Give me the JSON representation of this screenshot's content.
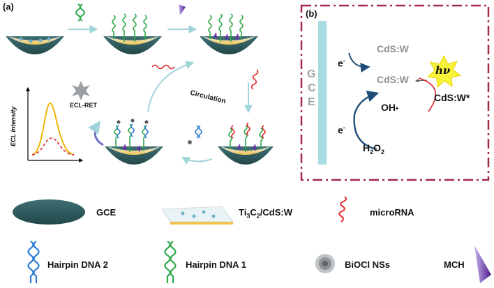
{
  "panel_a": {
    "label": "(a)",
    "circulation": "Circulation",
    "ecl_ret": "ECL-RET",
    "y_axis": "ECL Intensity"
  },
  "panel_b": {
    "label": "(b)",
    "gce": [
      "G",
      "C",
      "E"
    ],
    "cdsw_top": "CdS:W",
    "cdsw_mid": "CdS:W",
    "oh": "OH",
    "oh_mark": "•",
    "h2o2_main": "H",
    "h2o2_sub1": "2",
    "h2o2_mid": "O",
    "h2o2_sub2": "2",
    "electron1": "e",
    "electron2": "e",
    "electron_charge": "-",
    "hv": "hν",
    "excited": "CdS:W*"
  },
  "legend": {
    "gce": "GCE",
    "ti3c2_a": "Ti",
    "ti3c2_sub1": "3",
    "ti3c2_b": "C",
    "ti3c2_sub2": "2",
    "ti3c2_c": "/CdS:W",
    "microrna": "microRNA",
    "hairpin2": "Hairpin DNA 2",
    "hairpin1": "Hairpin DNA 1",
    "biocl": "BiOCl NSs",
    "mch": "MCH"
  },
  "colors": {
    "electrode": "#2f5a5e",
    "film": "#f2c450",
    "arrow": "#9fd4da",
    "hairpin2": "#2b7bd4",
    "hairpin1": "#2fa84a",
    "microrna": "#e0282a",
    "mch": "#6b2fa8",
    "frame": "#a12a4a",
    "gce_bar": "#a9dbe2",
    "dark_arrow": "#1f4e79",
    "curve_solid": "#f0b400",
    "curve_dash": "#d9242a"
  }
}
